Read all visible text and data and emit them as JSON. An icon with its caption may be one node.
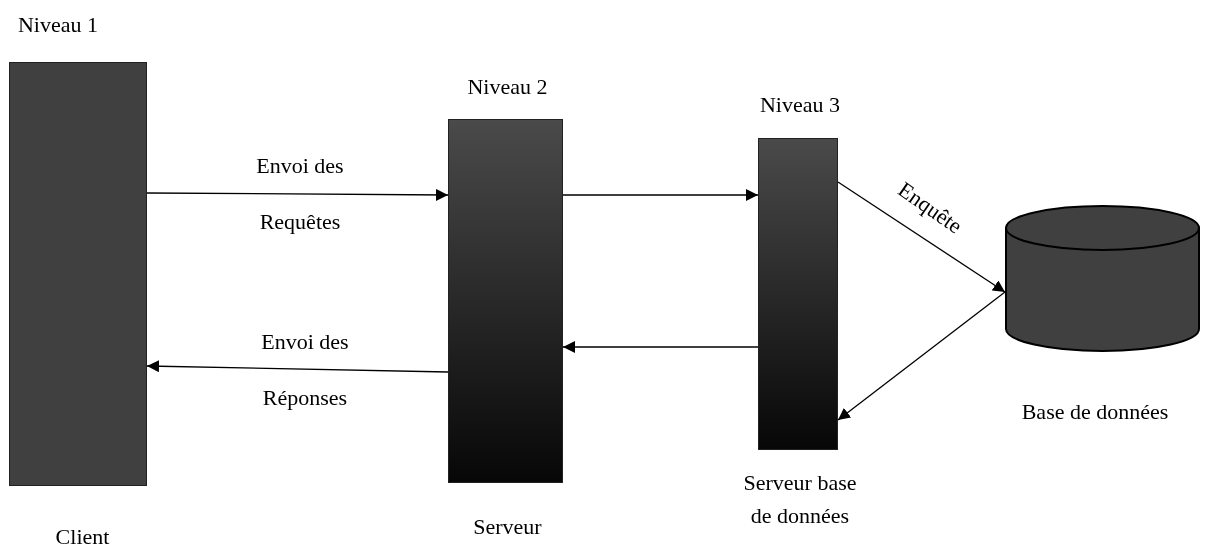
{
  "diagram": {
    "nodes": [
      {
        "text": [
          "Niveau 1",
          "Client"
        ]
      },
      {
        "text": [
          "Niveau 2",
          "Serveur"
        ]
      },
      {
        "text": [
          "Niveau 3",
          "Serveur base de données"
        ]
      },
      {
        "text": [
          "Base de données"
        ]
      }
    ],
    "edges": [
      {
        "from": 0,
        "to": 1,
        "arrow": "to",
        "label": "Envoi des Requêtes"
      },
      {
        "from": 1,
        "to": 2,
        "arrow": "to"
      },
      {
        "from": 2,
        "to": 3,
        "arrow": "to",
        "label": "Enquête"
      },
      {
        "from": 3,
        "to": 2,
        "arrow": "to"
      },
      {
        "from": 2,
        "to": 1,
        "arrow": "to"
      },
      {
        "from": 1,
        "to": 0,
        "arrow": "to",
        "label": "Envoi des Réponses"
      }
    ]
  }
}
